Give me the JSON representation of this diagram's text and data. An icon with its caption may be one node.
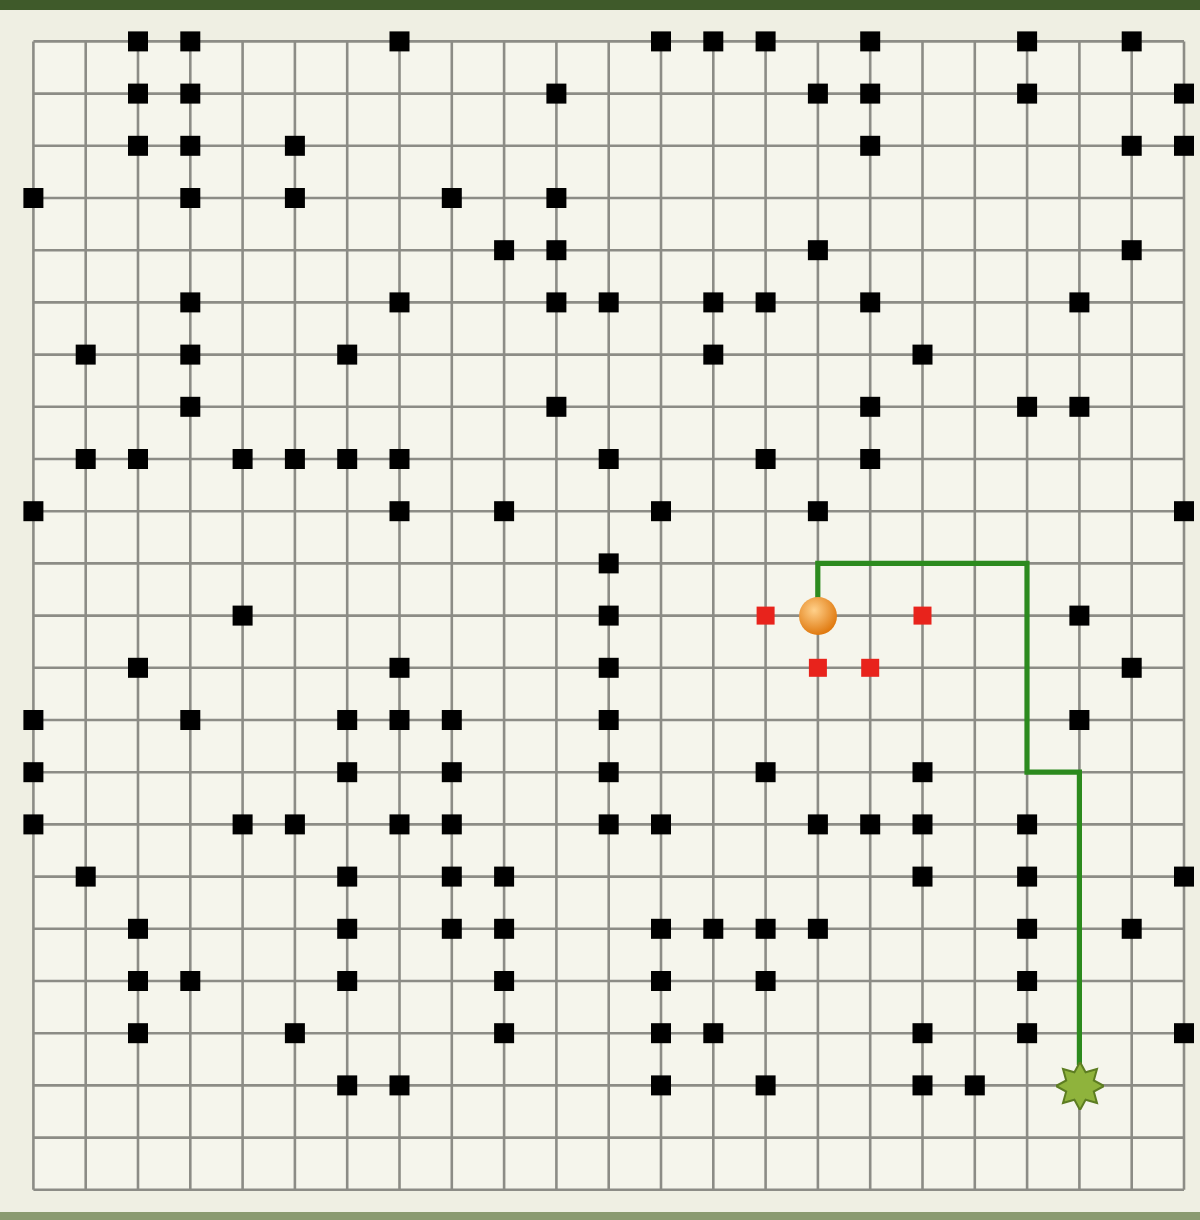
{
  "diagram": {
    "nodes": [
      {
        "text": [],
        "shape": "circle"
      },
      {
        "text": [],
        "shape": "star"
      }
    ],
    "edges": [
      {
        "from": 0,
        "to": 1,
        "arrow": "none"
      }
    ]
  }
}
